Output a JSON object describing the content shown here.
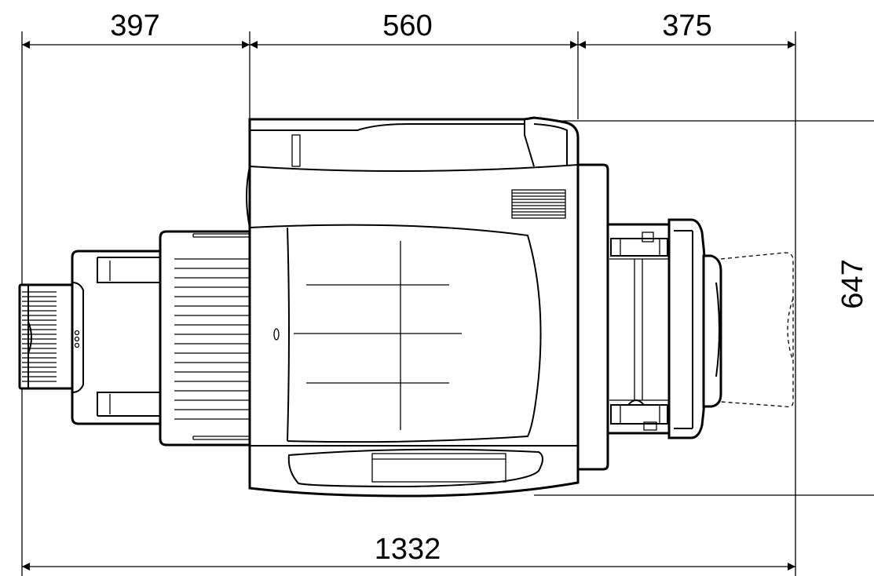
{
  "dimensions": {
    "left_section": "397",
    "center_section": "560",
    "right_section": "375",
    "total_width": "1332",
    "depth": "647"
  },
  "colors": {
    "line": "#000000",
    "background": "#ffffff"
  }
}
